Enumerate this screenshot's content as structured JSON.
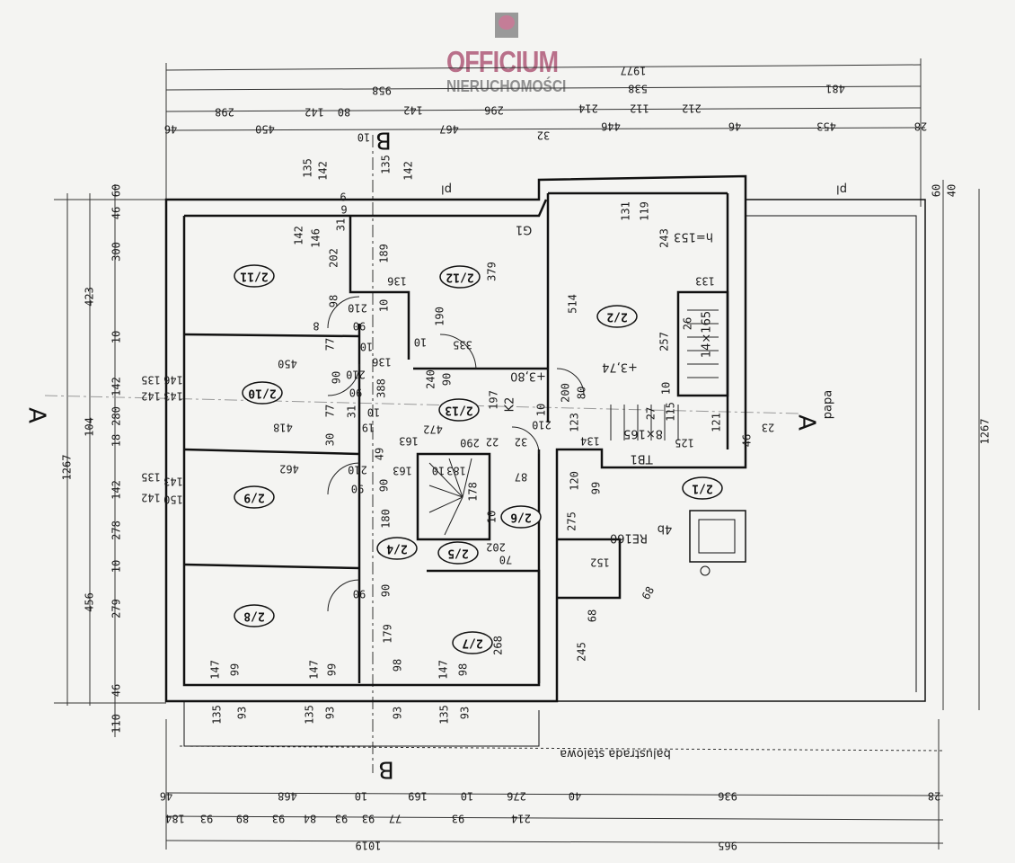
{
  "logo": {
    "name": "OFFICIUM",
    "subtitle": "NIERUCHOMOŚCI"
  },
  "rooms": [
    "2/11",
    "2/12",
    "2/2",
    "2/10",
    "2/13",
    "2/1",
    "2/9",
    "2/6",
    "2/4",
    "2/5",
    "2/8",
    "2/7"
  ],
  "section_marks": [
    "A",
    "A",
    "B",
    "B"
  ],
  "notes": {
    "railing": "balustrada stalowa",
    "roof": "papa",
    "pl1": "pl",
    "pl2": "pl",
    "chimney": "RE160",
    "chimney_tag": "4b",
    "level1": "+3,74",
    "level2": "+3,80",
    "height": "h=153",
    "k2": "K2",
    "g1": "G1",
    "tb1": "TB1",
    "stairs1": "14×165",
    "stairs2": "8×165"
  },
  "dimensions": {
    "top": [
      "1977",
      "958",
      "538",
      "481",
      "298",
      "142",
      "80",
      "142",
      "296",
      "214",
      "112",
      "212",
      "46",
      "450",
      "10",
      "467",
      "32",
      "446",
      "46",
      "453",
      "28",
      "135",
      "142",
      "135",
      "142"
    ],
    "left": [
      "60",
      "46",
      "300",
      "10",
      "142",
      "280",
      "18",
      "142",
      "278",
      "10",
      "279",
      "46",
      "110",
      "423",
      "104",
      "456",
      "1267",
      "135",
      "142",
      "146",
      "143",
      "135",
      "142",
      "150",
      "143"
    ],
    "right": [
      "1267",
      "60",
      "40",
      "46",
      "23"
    ],
    "bottom": [
      "46",
      "468",
      "10",
      "169",
      "10",
      "276",
      "40",
      "936",
      "28",
      "184",
      "93",
      "89",
      "93",
      "84",
      "93",
      "93",
      "77",
      "93",
      "214",
      "1019",
      "965"
    ],
    "interior": [
      "142",
      "146",
      "31",
      "202",
      "9",
      "6",
      "189",
      "136",
      "10",
      "98",
      "8",
      "210",
      "90",
      "190",
      "335",
      "10",
      "379",
      "450",
      "77",
      "10",
      "136",
      "388",
      "90",
      "210",
      "90",
      "240",
      "90",
      "418",
      "77",
      "31",
      "10",
      "19",
      "30",
      "472",
      "197",
      "163",
      "290",
      "22",
      "32",
      "10",
      "210",
      "462",
      "210",
      "90",
      "90",
      "180",
      "163",
      "49",
      "183",
      "10",
      "178",
      "10",
      "87",
      "90",
      "90",
      "179",
      "147",
      "99",
      "147",
      "99",
      "135",
      "93",
      "135",
      "93",
      "98",
      "98",
      "147",
      "93",
      "135",
      "93",
      "268",
      "202",
      "70",
      "152",
      "68",
      "68",
      "245",
      "275",
      "120",
      "99",
      "131",
      "119",
      "243",
      "133",
      "514",
      "257",
      "26",
      "80",
      "200",
      "10",
      "121",
      "115",
      "27",
      "125",
      "134",
      "123"
    ]
  }
}
